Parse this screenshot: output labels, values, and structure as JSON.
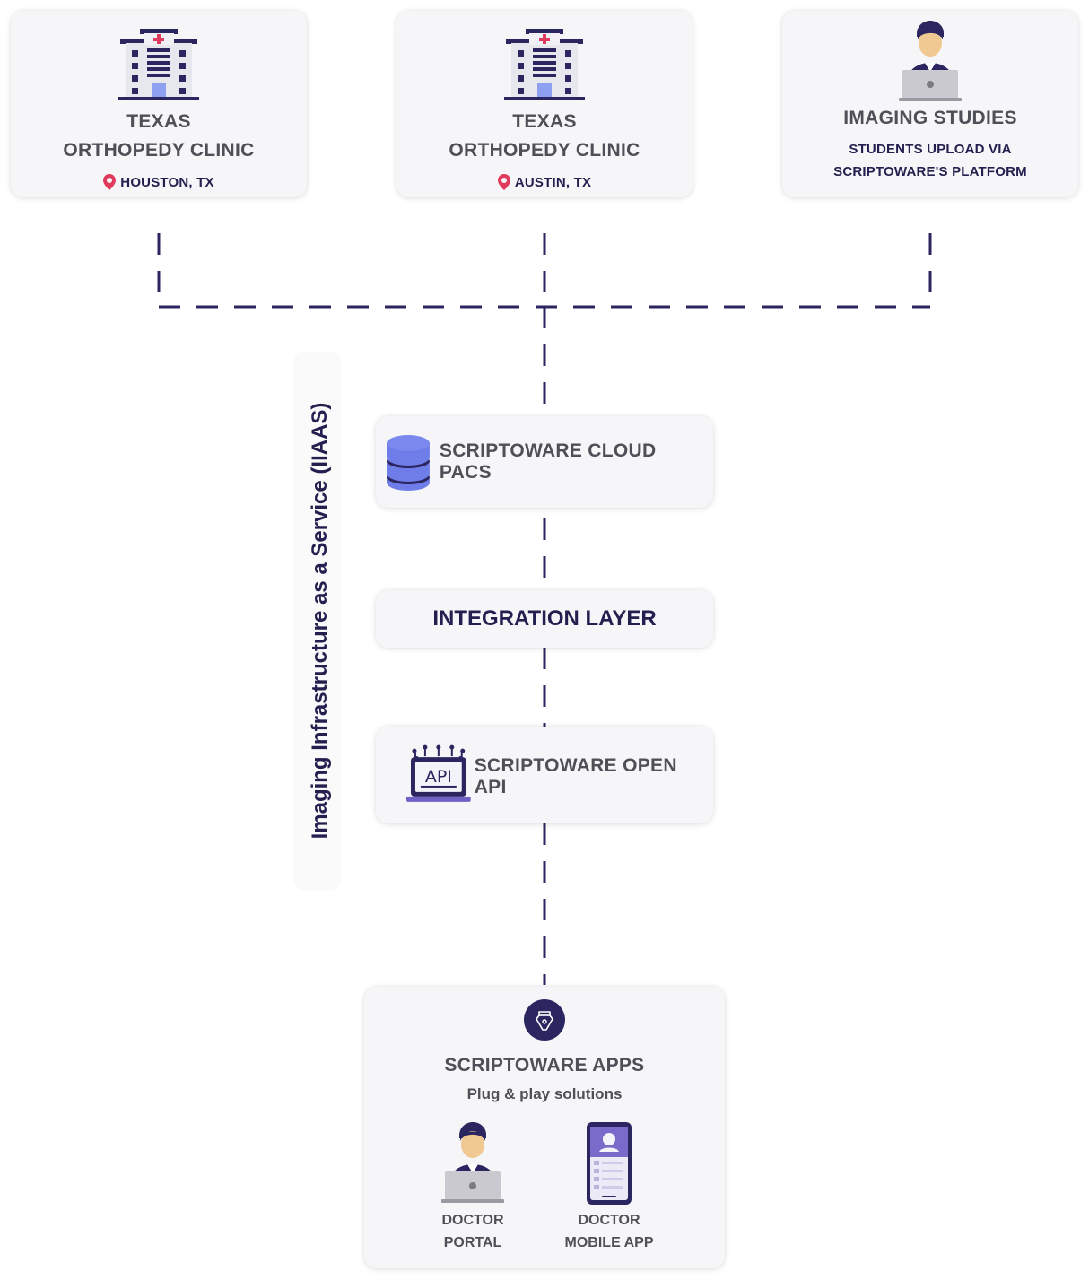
{
  "sources": [
    {
      "title": "TEXAS",
      "subtitle": "ORTHOPEDY CLINIC",
      "location": "HOUSTON, TX",
      "icon": "hospital-icon"
    },
    {
      "title": "TEXAS",
      "subtitle": "ORTHOPEDY CLINIC",
      "location": "AUSTIN, TX",
      "icon": "hospital-icon"
    },
    {
      "title": "IMAGING STUDIES",
      "line1": "STUDENTS UPLOAD VIA",
      "line2": "SCRIPTOWARE'S PLATFORM",
      "icon": "person-laptop-icon"
    }
  ],
  "side_label": "Imaging Infrastructure as a Service (IIAAS)",
  "pacs": {
    "label": "SCRIPTOWARE CLOUD PACS",
    "icon": "database-icon"
  },
  "integration": {
    "label": "INTEGRATION LAYER"
  },
  "api": {
    "label": "SCRIPTOWARE OPEN API",
    "icon": "api-monitor-icon"
  },
  "apps": {
    "title": "SCRIPTOWARE APPS",
    "subtitle": "Plug & play solutions",
    "icon": "pen-nib-icon",
    "items": [
      {
        "line1": "DOCTOR",
        "line2": "PORTAL",
        "icon": "person-laptop-icon"
      },
      {
        "line1": "DOCTOR",
        "line2": "MOBILE APP",
        "icon": "mobile-phone-icon"
      }
    ]
  },
  "colors": {
    "navy": "#2b2660",
    "text_grey": "#4f4f57",
    "pin_red": "#e03a5c",
    "accent_blue": "#6f7de8"
  }
}
